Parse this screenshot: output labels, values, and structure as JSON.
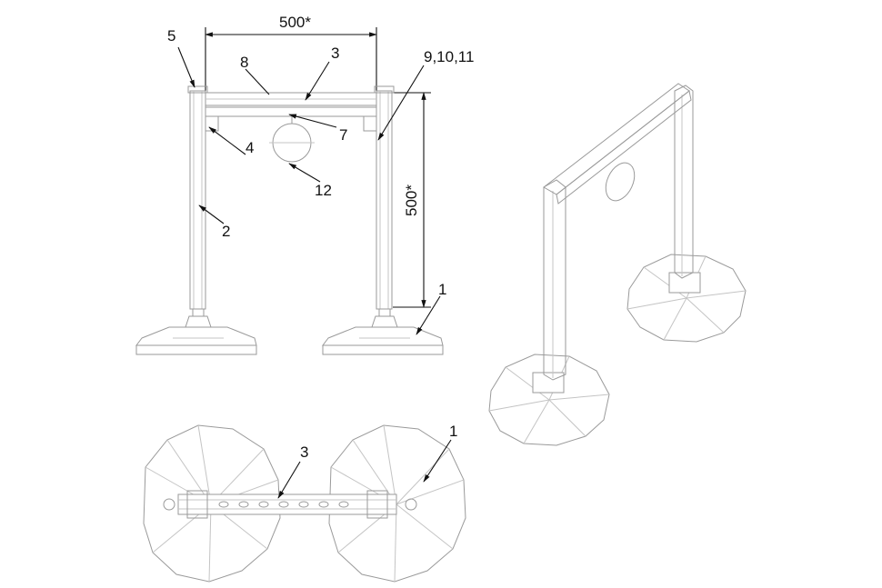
{
  "dimensions": {
    "width_label": "500*",
    "height_label": "500*"
  },
  "callouts": {
    "c1_top": "1",
    "c2": "2",
    "c3_top": "3",
    "c4": "4",
    "c5": "5",
    "c7": "7",
    "c8": "8",
    "c9_10_11": "9,10,11",
    "c12": "12",
    "c1_bottom": "1",
    "c3_bottom": "3"
  },
  "colors": {
    "ink": "#111111",
    "light": "#9a9a9a"
  }
}
